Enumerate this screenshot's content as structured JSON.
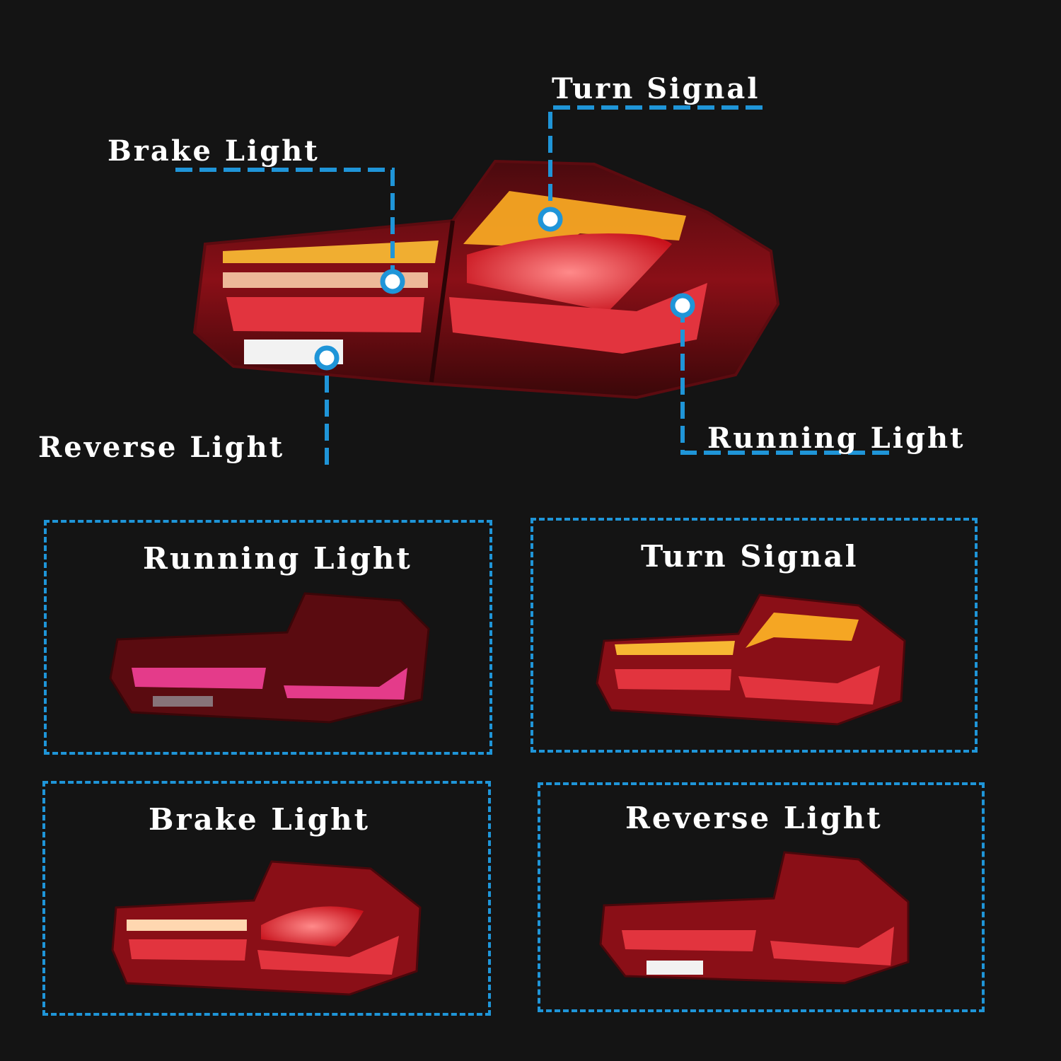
{
  "callouts": {
    "turn_signal": "Turn Signal",
    "brake_light": "Brake Light",
    "reverse_light": "Reverse Light",
    "running_light": "Running Light"
  },
  "panels": [
    {
      "title": "Running Light"
    },
    {
      "title": "Turn Signal"
    },
    {
      "title": "Brake Light"
    },
    {
      "title": "Reverse Light"
    }
  ],
  "colors": {
    "background": "#141414",
    "accent_blue": "#1f95d8",
    "lens_red": "#b3121c",
    "amber": "#f5a623",
    "led_white": "#ffffff"
  }
}
